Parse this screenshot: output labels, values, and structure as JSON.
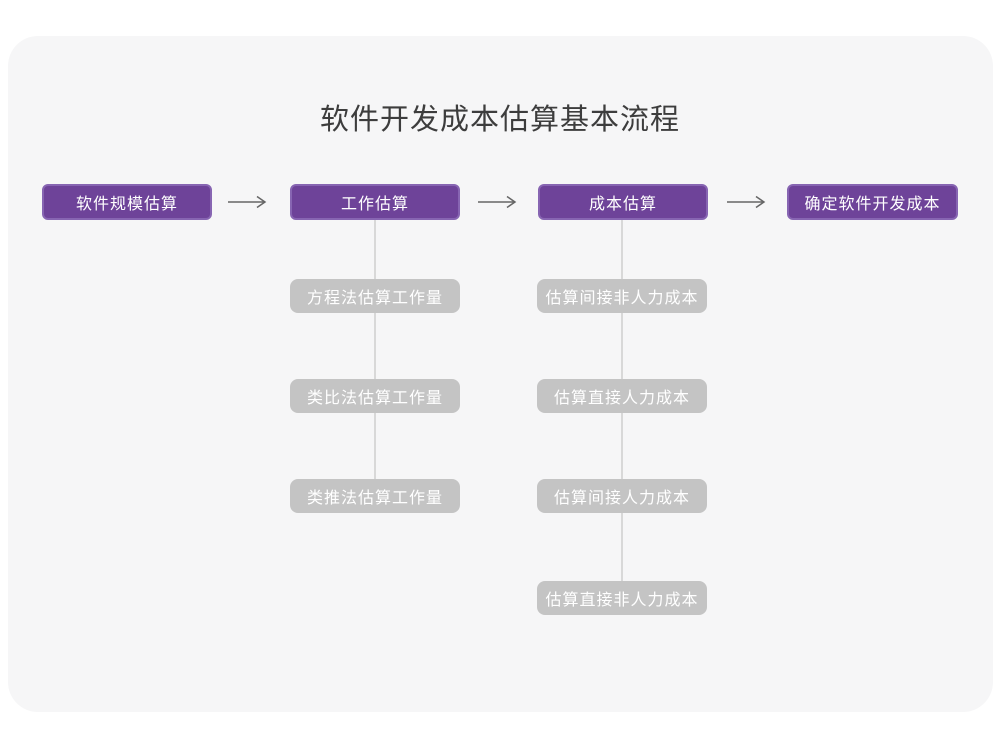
{
  "title": "软件开发成本估算基本流程",
  "stages": [
    {
      "label": "软件规模估算"
    },
    {
      "label": "工作估算"
    },
    {
      "label": "成本估算"
    },
    {
      "label": "确定软件开发成本"
    }
  ],
  "work_methods": [
    "方程法估算工作量",
    "类比法估算工作量",
    "类推法估算工作量"
  ],
  "cost_components": [
    "估算间接非人力成本",
    "估算直接人力成本",
    "估算间接人力成本",
    "估算直接非人力成本"
  ],
  "colors": {
    "stage_fill": "#6E4399",
    "stage_border": "#8765B2",
    "sub_fill": "#C4C4C4",
    "box_text": "#FFFFFF",
    "arrow": "#666666",
    "connector": "#D8D8D8",
    "card_bg": "#F6F6F7",
    "page_bg": "#FFFFFF",
    "title_text": "#3D3D3D"
  }
}
